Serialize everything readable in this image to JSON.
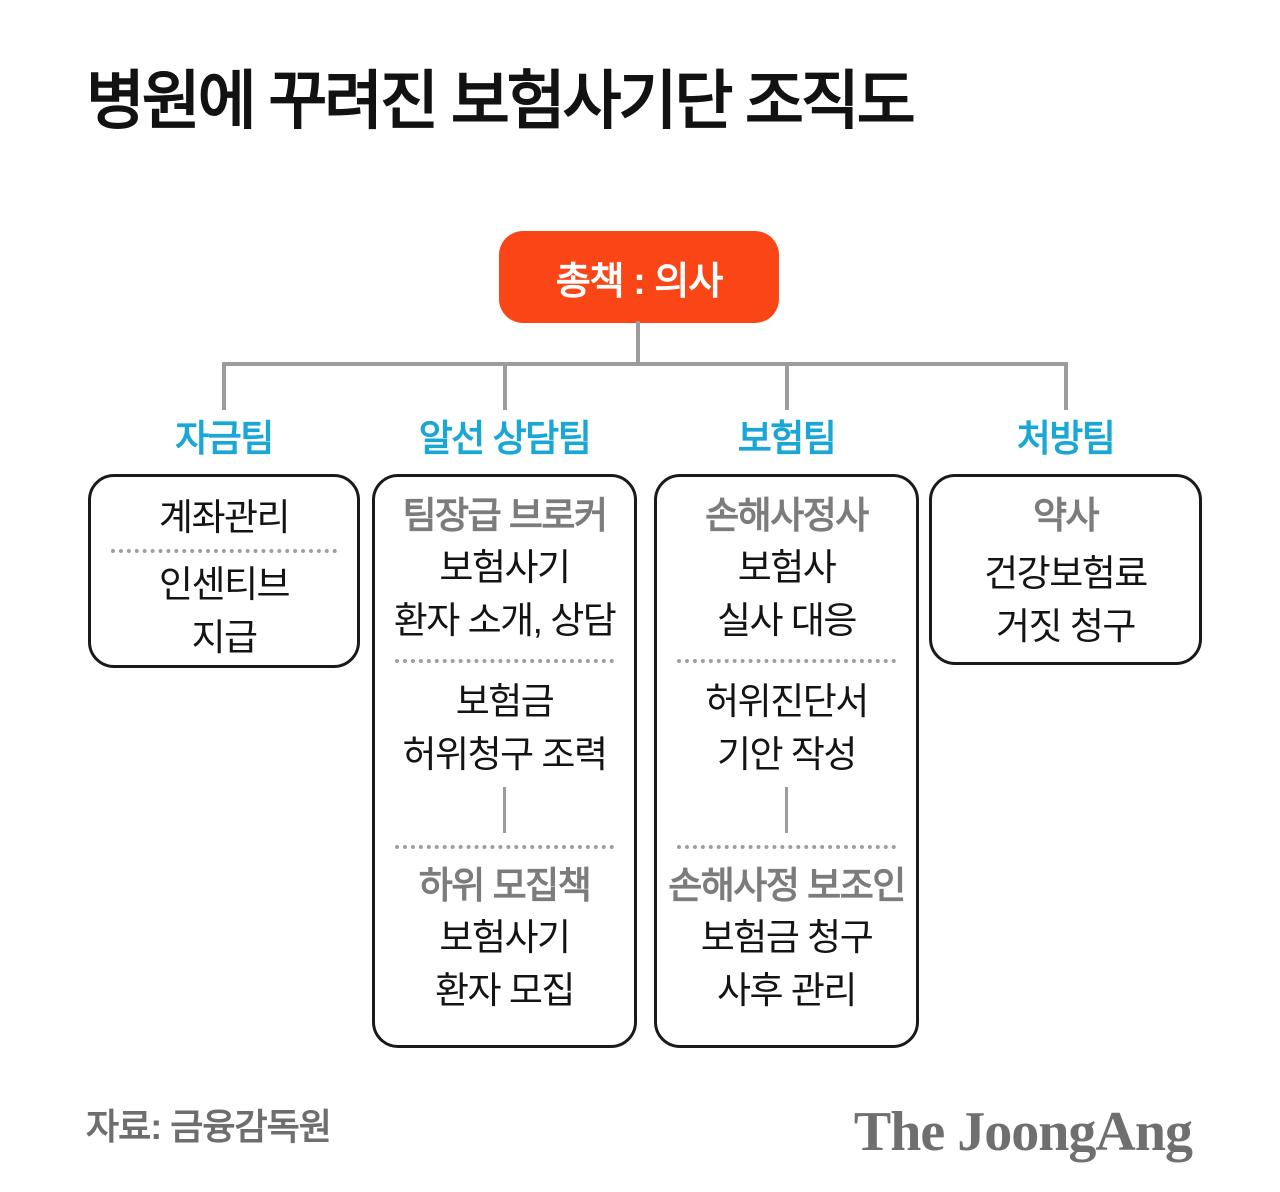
{
  "title": "병원에 꾸려진 보험사기단 조직도",
  "root_label": "총책 : 의사",
  "colors": {
    "accent_orange": "#FA4616",
    "accent_blue": "#1BA7D5",
    "heading_gray": "#7C7C7C",
    "connector_gray": "#9C9C9C"
  },
  "teams": [
    {
      "name": "자금팀",
      "sections": [
        {
          "type": "body",
          "lines": [
            "계좌관리"
          ]
        },
        {
          "type": "dots"
        },
        {
          "type": "body",
          "lines": [
            "인센티브",
            "지급"
          ]
        }
      ]
    },
    {
      "name": "알선 상담팀",
      "sections": [
        {
          "type": "heading",
          "text": "팀장급 브로커"
        },
        {
          "type": "body",
          "lines": [
            "보험사기",
            "환자 소개, 상담"
          ]
        },
        {
          "type": "dots"
        },
        {
          "type": "body",
          "lines": [
            "보험금",
            "허위청구 조력"
          ]
        },
        {
          "type": "vline"
        },
        {
          "type": "dots"
        },
        {
          "type": "heading",
          "text": "하위 모집책"
        },
        {
          "type": "body",
          "lines": [
            "보험사기",
            "환자 모집"
          ]
        }
      ]
    },
    {
      "name": "보험팀",
      "sections": [
        {
          "type": "heading",
          "text": "손해사정사"
        },
        {
          "type": "body",
          "lines": [
            "보험사",
            "실사 대응"
          ]
        },
        {
          "type": "dots"
        },
        {
          "type": "body",
          "lines": [
            "허위진단서",
            "기안 작성"
          ]
        },
        {
          "type": "vline"
        },
        {
          "type": "dots"
        },
        {
          "type": "heading",
          "text": "손해사정 보조인"
        },
        {
          "type": "body",
          "lines": [
            "보험금 청구",
            "사후 관리"
          ]
        }
      ]
    },
    {
      "name": "처방팀",
      "sections": [
        {
          "type": "heading",
          "text": "약사"
        },
        {
          "type": "body",
          "lines": [
            "건강보험료",
            "거짓 청구"
          ]
        }
      ]
    }
  ],
  "footer": {
    "source": "자료: 금융감독원",
    "logo": "The JoongAng"
  }
}
